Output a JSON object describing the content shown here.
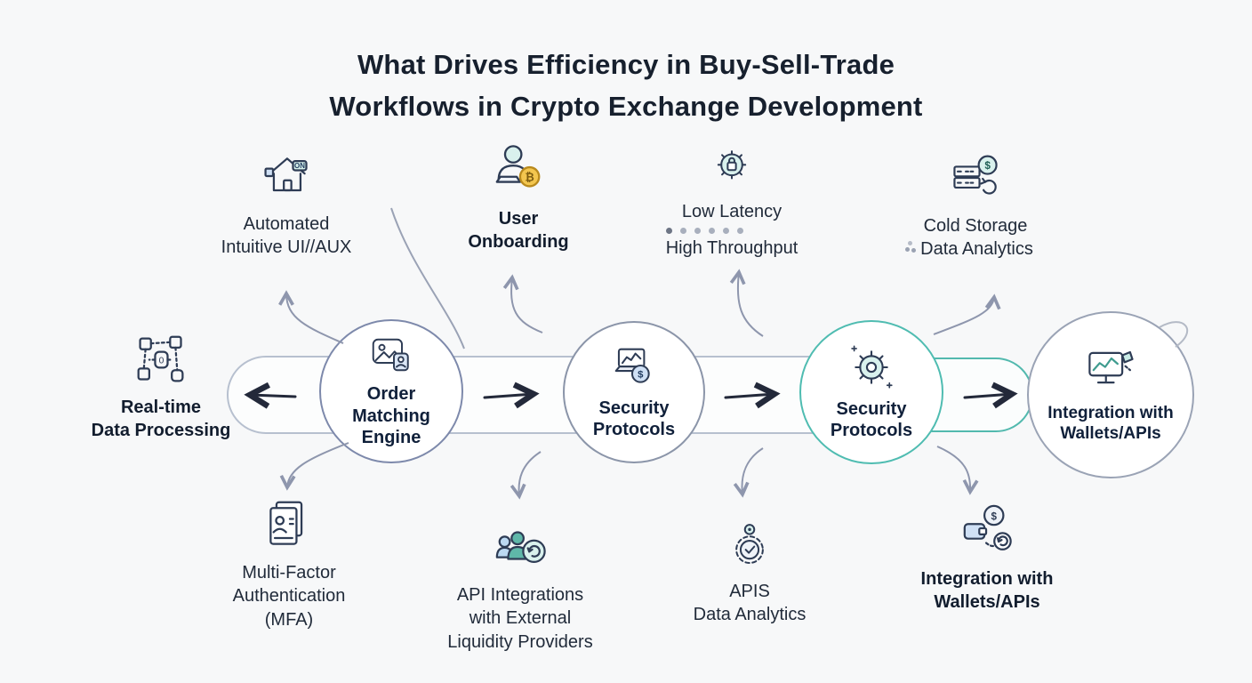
{
  "title": {
    "line1": "What Drives Efficiency in Buy-Sell-Trade",
    "line2": "Workflows in Crypto Exchange Development"
  },
  "start_node": {
    "icon": "realtime-data-icon",
    "lines": [
      "Real-time",
      "Data Processing"
    ]
  },
  "nodes": [
    {
      "icon": "order-matching-icon",
      "lines": [
        "Order",
        "Matching",
        "Engine"
      ]
    },
    {
      "icon": "security-laptop-icon",
      "lines": [
        "Security",
        "Protocols"
      ]
    },
    {
      "icon": "security-gear-icon",
      "lines": [
        "Security",
        "Protocols"
      ]
    },
    {
      "icon": "integration-monitor-icon",
      "lines": [
        "Integration with",
        "Wallets/APIs"
      ]
    }
  ],
  "top_labels": [
    {
      "icon": "automated-ui-house-icon",
      "lines": [
        "Automated",
        "Intuitive UI//AUX"
      ]
    },
    {
      "icon": "user-onboarding-icon",
      "lines": [
        "User",
        "Onboarding"
      ]
    },
    {
      "icon": "low-latency-gear-lock-icon",
      "lines": [
        "Low Latency",
        "High Throughput"
      ]
    },
    {
      "icon": "cold-storage-icon",
      "lines": [
        "Cold Storage",
        "Data Analytics"
      ]
    }
  ],
  "bottom_labels": [
    {
      "icon": "mfa-id-card-icon",
      "lines": [
        "Multi-Factor",
        "Authentication",
        "(MFA)"
      ]
    },
    {
      "icon": "api-liquidity-providers-icon",
      "lines": [
        "API Integrations",
        "with External",
        "Liquidity Providers"
      ]
    },
    {
      "icon": "verified-badge-icon",
      "lines": [
        "APIS",
        "Data Analytics"
      ]
    },
    {
      "icon": "wallet-coins-icon",
      "lines": [
        "Integration with",
        "Wallets/APIs"
      ]
    }
  ],
  "icon_glyphs": {
    "dollar": "$",
    "bitcoin": "₿",
    "on": "ON",
    "zero": "0"
  },
  "colors": {
    "background": "#f7f8f9",
    "title_text": "#17202e",
    "label_text": "#212b3a",
    "band_gray_border": "#b7c0cf",
    "band_teal_border": "#52b9ae",
    "circle_gray_border": "#8b95a9",
    "circle_teal_border": "#4fbcb1",
    "connector": "#8e96ad",
    "flow_arrow": "#23293a"
  }
}
